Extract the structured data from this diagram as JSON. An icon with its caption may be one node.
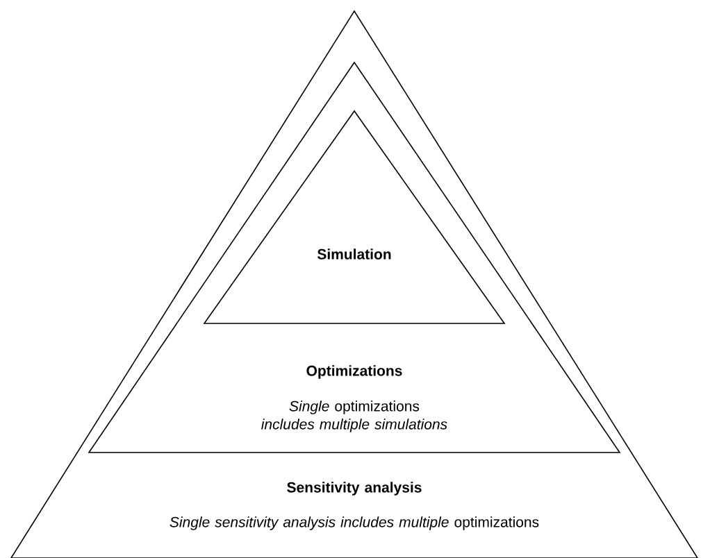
{
  "diagram": {
    "nodes": [
      {
        "text": [
          "Sensitivity analysis",
          "*Single sensitivity analysis includes multiple* optimizations"
        ]
      },
      {
        "text": [
          "Optimizations",
          "*Single* optimizations *includes multiple simulations*"
        ],
        "in": 0
      },
      {
        "text": [
          "Simulation"
        ],
        "in": 1
      }
    ]
  }
}
